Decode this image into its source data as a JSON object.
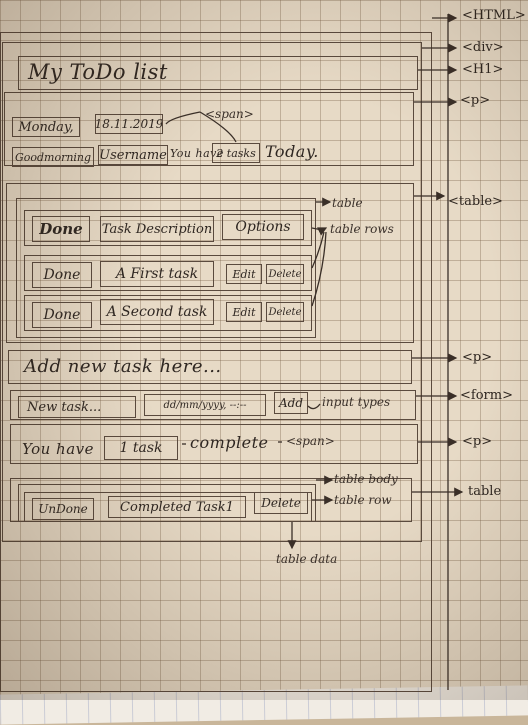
{
  "sketch": {
    "title": "My ToDo list",
    "date_row": {
      "day": "Monday,",
      "date": "18.11.2019",
      "span_note": "<span>"
    },
    "greeting_row": {
      "greeting": "Goodmorning",
      "username": "Username",
      "you_have": "You have",
      "tasks_count": "2 tasks",
      "today": "Today."
    },
    "task_table": {
      "header": [
        "Done",
        "Task Description",
        "Options"
      ],
      "rows": [
        {
          "status": "Done",
          "task": "A First task",
          "edit": "Edit",
          "delete": "Delete"
        },
        {
          "status": "Done",
          "task": "A Second task",
          "edit": "Edit",
          "delete": "Delete"
        }
      ]
    },
    "add_prompt": "Add new task here...",
    "form": {
      "new_task": "New task...",
      "date_input": "dd/mm/yyyy, --:--",
      "add": "Add"
    },
    "complete_row": {
      "you_have": "You have",
      "count": "1 task",
      "complete": "complete"
    },
    "completed_table": {
      "status": "UnDone",
      "task": "Completed Task1",
      "delete": "Delete"
    }
  },
  "tags": {
    "html": "<HTML>",
    "div": "<div>",
    "h1": "<H1>",
    "p1": "<p>",
    "table1": "<table>",
    "p2": "<p>",
    "form": "<form>",
    "p3": "<p>",
    "table2": "table"
  },
  "annotations": {
    "table": "table",
    "table_rows": "table rows",
    "input_types": "input types",
    "span": "<span>",
    "table_body": "table body",
    "table_row": "table row",
    "table_data": "table data"
  }
}
